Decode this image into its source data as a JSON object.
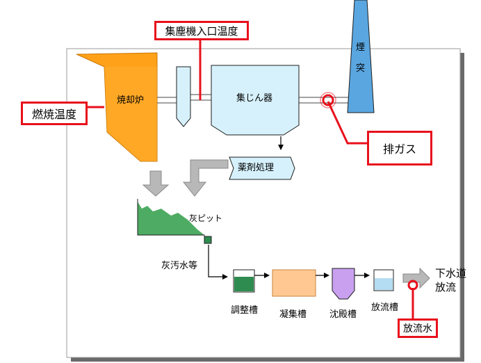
{
  "colors": {
    "incinerator": "#ffa21a",
    "incinerator_edge": "#c87400",
    "equipment": "#d6f1fb",
    "equipment_edge": "#1c1c1c",
    "chimney": "#5aa6e0",
    "coagulation_tank": "#ffc892",
    "settling_tank": "#c9a0f0",
    "adjust_water": "#2f8c50",
    "discharge_water": "#b4dcf2",
    "ash_pile": "#2f9c48",
    "arrow_gray": "#b8b8b8",
    "callout_border": "#e8101c",
    "frame_shadow": "#6a6a6a"
  },
  "labels": {
    "incinerator": "焼却炉",
    "dust_collector": "集じん器",
    "chimney_top": "煙",
    "chimney_bottom": "突",
    "chemical_treatment": "薬剤処理",
    "ash_pit": "灰ピット",
    "ash_wastewater": "灰汚水等",
    "adjustment_tank": "調整槽",
    "coagulation_tank": "凝集槽",
    "settling_tank": "沈殿槽",
    "discharge_tank": "放流槽",
    "sewer_line1": "下水道",
    "sewer_line2": "放流"
  },
  "callouts": {
    "collector_inlet_temp": "集塵機入口温度",
    "combustion_temp": "燃焼温度",
    "exhaust_gas": "排ガス",
    "discharge_water": "放流水"
  }
}
